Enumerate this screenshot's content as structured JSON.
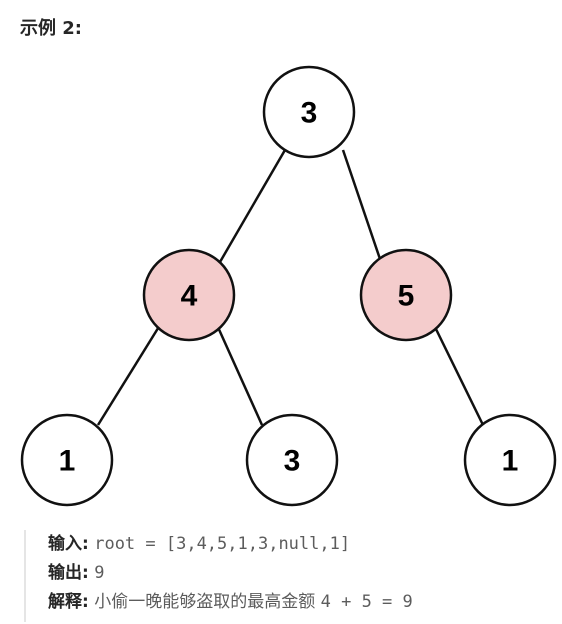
{
  "example_title": "示例 2:",
  "colors": {
    "highlight_fill": "#f4cccc",
    "default_fill": "#ffffff",
    "stroke": "#111111"
  },
  "tree": {
    "nodes": [
      {
        "id": "root",
        "value": "3",
        "highlighted": false
      },
      {
        "id": "left",
        "value": "4",
        "highlighted": true
      },
      {
        "id": "right",
        "value": "5",
        "highlighted": true
      },
      {
        "id": "left-left",
        "value": "1",
        "highlighted": false
      },
      {
        "id": "left-right",
        "value": "3",
        "highlighted": false
      },
      {
        "id": "right-right",
        "value": "1",
        "highlighted": false
      }
    ]
  },
  "io": {
    "input_label": "输入:",
    "input_value": "root = [3,4,5,1,3,null,1]",
    "output_label": "输出:",
    "output_value": "9",
    "explanation_label": "解释:",
    "explanation_text": "小偷一晚能够盗取的最高金额",
    "explanation_expr": "4 + 5 = 9"
  }
}
